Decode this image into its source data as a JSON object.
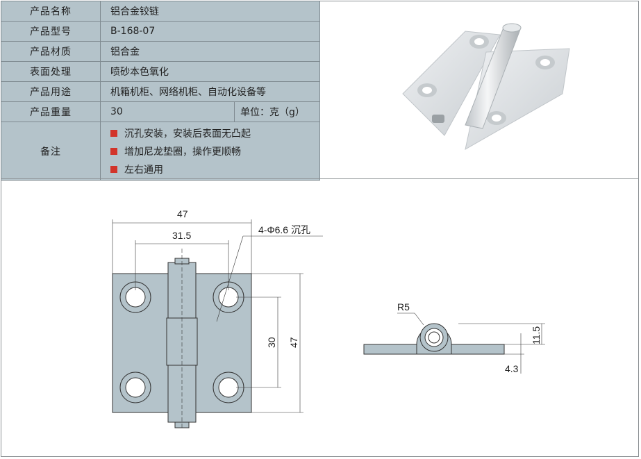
{
  "spec": {
    "rows": [
      {
        "label": "产品名称",
        "value": "铝合金铰链"
      },
      {
        "label": "产品型号",
        "value": "B-168-07"
      },
      {
        "label": "产品材质",
        "value": "铝合金"
      },
      {
        "label": "表面处理",
        "value": "喷砂本色氧化"
      },
      {
        "label": "产品用途",
        "value": "机箱机柜、网络机柜、自动化设备等"
      },
      {
        "label": "产品重量",
        "value": "30",
        "unit": "单位：克（g）"
      }
    ],
    "notes_label": "备注",
    "notes": [
      "沉孔安装，安装后表面无凸起",
      "增加尼龙垫圈，操作更顺畅",
      "左右通用"
    ],
    "bullet_color": "#d2342a"
  },
  "drawing": {
    "width_overall": "47",
    "hole_spacing_h": "31.5",
    "hole_callout": "4-Φ6.6 沉孔",
    "hole_spacing_v": "30",
    "height_overall": "47",
    "radius": "R5",
    "knuckle_height": "11.5",
    "plate_thickness": "4.3"
  }
}
